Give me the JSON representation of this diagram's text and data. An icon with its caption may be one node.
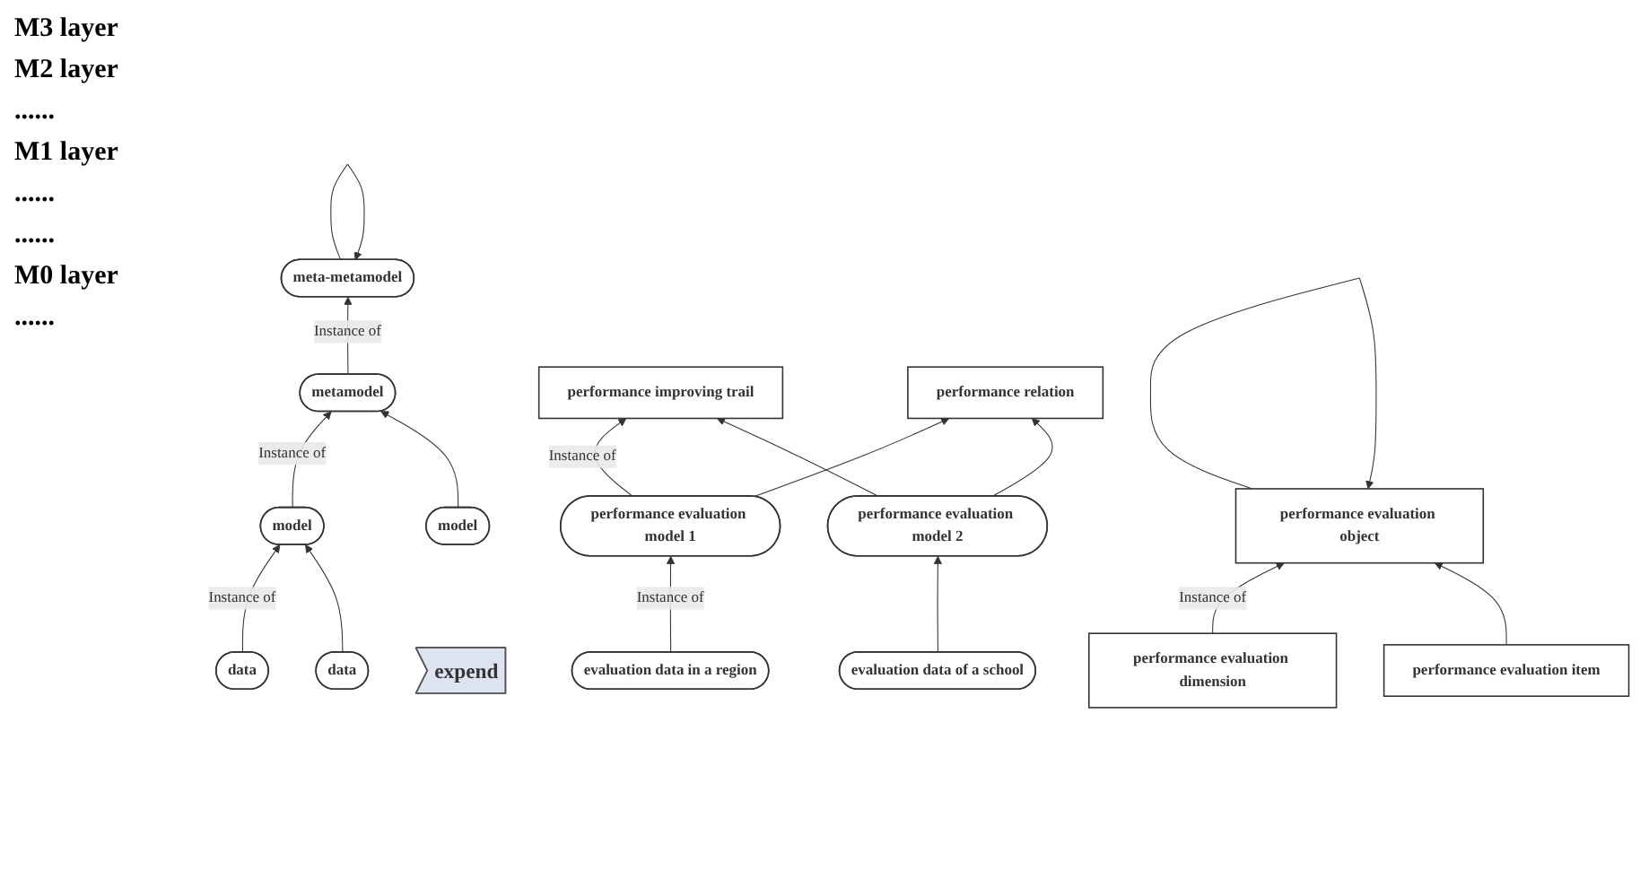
{
  "diagram": {
    "nodes": [
      {
        "text": [
          "meta-metamodel"
        ]
      },
      {
        "text": [
          "metamodel"
        ]
      },
      {
        "text": [
          "model"
        ]
      },
      {
        "text": [
          "model"
        ]
      },
      {
        "text": [
          "data"
        ]
      },
      {
        "text": [
          "data"
        ]
      },
      {
        "text": [
          "expend"
        ]
      },
      {
        "text": [
          "performance evaluation object"
        ]
      },
      {
        "text": [
          "performance evaluation dimension"
        ]
      },
      {
        "text": [
          "performance evaluation item"
        ]
      },
      {
        "text": [
          "performance improving trail"
        ]
      },
      {
        "text": [
          "performance relation"
        ]
      },
      {
        "text": [
          "performance evaluation model 1"
        ]
      },
      {
        "text": [
          "performance evaluation model 2"
        ]
      },
      {
        "text": [
          "evaluation data in a region"
        ]
      },
      {
        "text": [
          "evaluation data of a school"
        ]
      }
    ],
    "edges": [
      {
        "from": 0,
        "to": 0,
        "arrow": "to"
      },
      {
        "from": 1,
        "to": 0,
        "arrow": "to",
        "label": "Instance of"
      },
      {
        "from": 2,
        "to": 1,
        "arrow": "to",
        "label": "Instance of"
      },
      {
        "from": 3,
        "to": 1,
        "arrow": "to"
      },
      {
        "from": 4,
        "to": 2,
        "arrow": "to",
        "label": "Instance of"
      },
      {
        "from": 5,
        "to": 2,
        "arrow": "to"
      },
      {
        "from": 7,
        "to": 7,
        "arrow": "to"
      },
      {
        "from": 8,
        "to": 7,
        "arrow": "to",
        "label": "Instance of"
      },
      {
        "from": 9,
        "to": 7,
        "arrow": "to"
      },
      {
        "from": 12,
        "to": 10,
        "arrow": "to",
        "label": "Instance of"
      },
      {
        "from": 12,
        "to": 11,
        "arrow": "to"
      },
      {
        "from": 13,
        "to": 10,
        "arrow": "to"
      },
      {
        "from": 13,
        "to": 11,
        "arrow": "to"
      },
      {
        "from": 14,
        "to": 12,
        "arrow": "to",
        "label": "Instance of"
      },
      {
        "from": 15,
        "to": 13,
        "arrow": "to"
      }
    ],
    "labels": [
      "M3 layer",
      "M2 layer",
      "......",
      "M1 layer",
      "......",
      "......",
      "M0 layer",
      "......"
    ]
  }
}
